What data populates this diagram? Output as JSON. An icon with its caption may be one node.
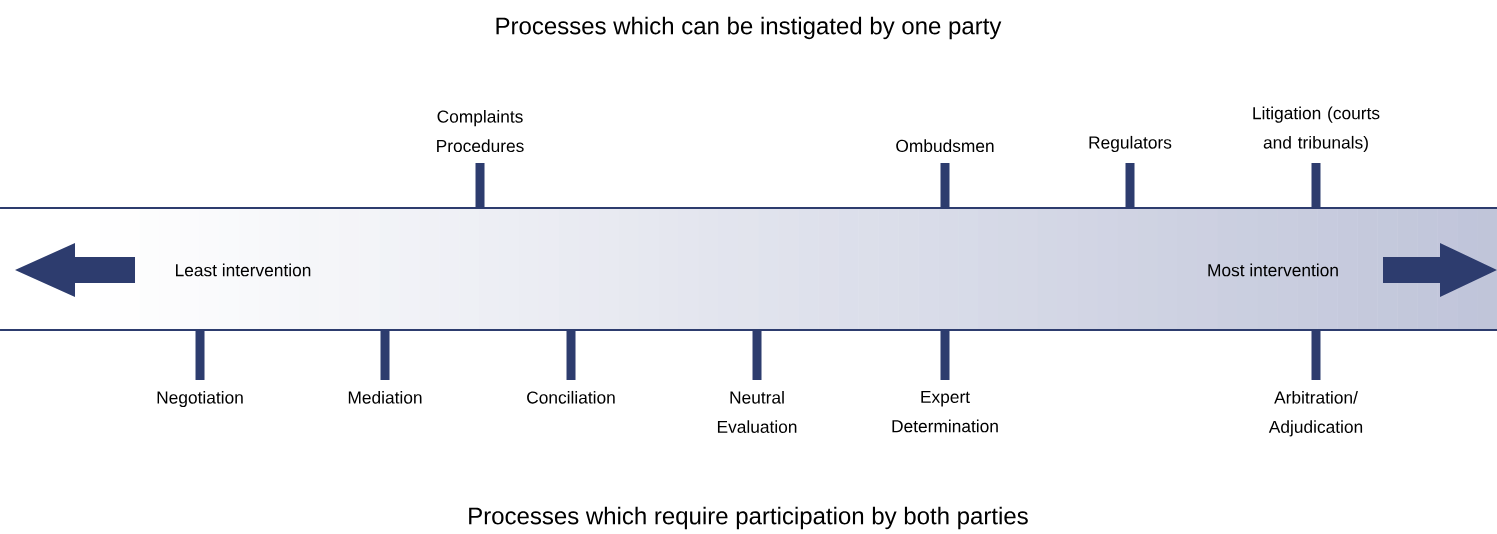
{
  "diagram": {
    "title": "Processes which can be instigated by one party",
    "caption": "Processes which require participation by both parties",
    "nodes": [
      {
        "text": [
          "Least intervention",
          "Most intervention"
        ]
      },
      {
        "text": [
          "Complaints Procedures"
        ]
      },
      {
        "text": [
          "Ombudsmen"
        ]
      },
      {
        "text": [
          "Regulators"
        ]
      },
      {
        "text": [
          "Litigation (courts and tribunals)"
        ]
      },
      {
        "text": [
          "Negotiation"
        ]
      },
      {
        "text": [
          "Mediation"
        ]
      },
      {
        "text": [
          "Conciliation"
        ]
      },
      {
        "text": [
          "Neutral Evaluation"
        ]
      },
      {
        "text": [
          "Expert Determination"
        ]
      },
      {
        "text": [
          "Arbitration/ Adjudication"
        ]
      }
    ],
    "edges": [
      {
        "from": 1,
        "to": 0,
        "arrow": "none"
      },
      {
        "from": 2,
        "to": 0,
        "arrow": "none"
      },
      {
        "from": 3,
        "to": 0,
        "arrow": "none"
      },
      {
        "from": 4,
        "to": 0,
        "arrow": "none"
      },
      {
        "from": 5,
        "to": 0,
        "arrow": "none"
      },
      {
        "from": 6,
        "to": 0,
        "arrow": "none"
      },
      {
        "from": 7,
        "to": 0,
        "arrow": "none"
      },
      {
        "from": 8,
        "to": 0,
        "arrow": "none"
      },
      {
        "from": 9,
        "to": 0,
        "arrow": "none"
      },
      {
        "from": 10,
        "to": 0,
        "arrow": "none"
      }
    ]
  }
}
